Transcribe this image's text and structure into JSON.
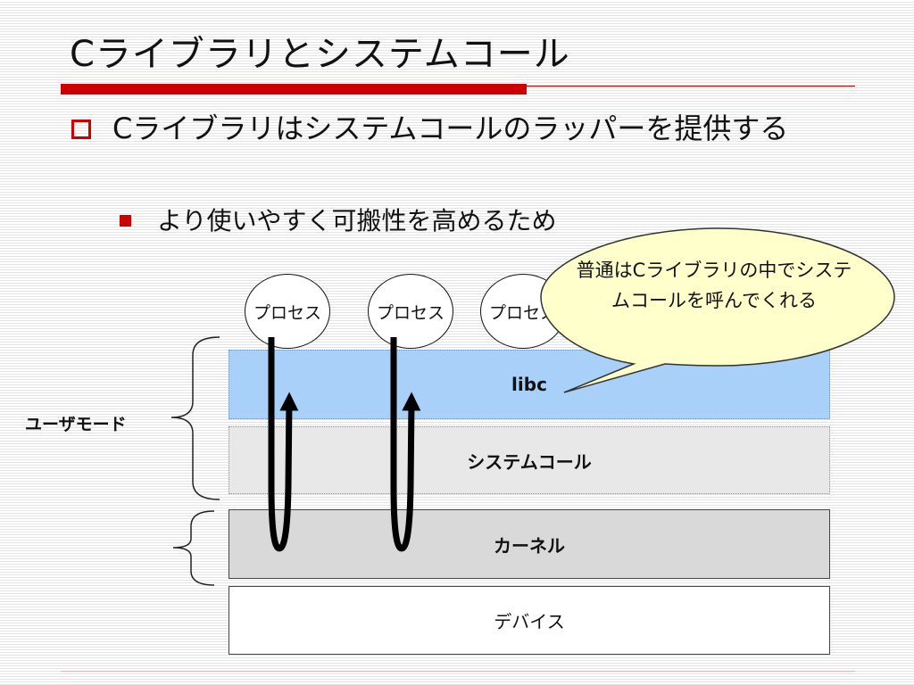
{
  "slide": {
    "title": "Cライブラリとシステムコール",
    "bullet1": "Cライブラリはシステムコールのラッパーを提供する",
    "bullet2": "より使いやすく可搬性を高めるため"
  },
  "diagram": {
    "layers": {
      "libc": "libc",
      "syscall": "システムコール",
      "kernel": "カーネル",
      "device": "デバイス"
    },
    "processes": [
      "プロセス",
      "プロセス",
      "プロセス"
    ],
    "user_mode_label": "ユーザモード",
    "callout": "普通はCライブラリの中でシステムコールを呼んでくれる"
  },
  "colors": {
    "accent_red": "#cc0000",
    "libc_fill": "#a8d0f8",
    "callout_fill": "#ffffcc"
  }
}
